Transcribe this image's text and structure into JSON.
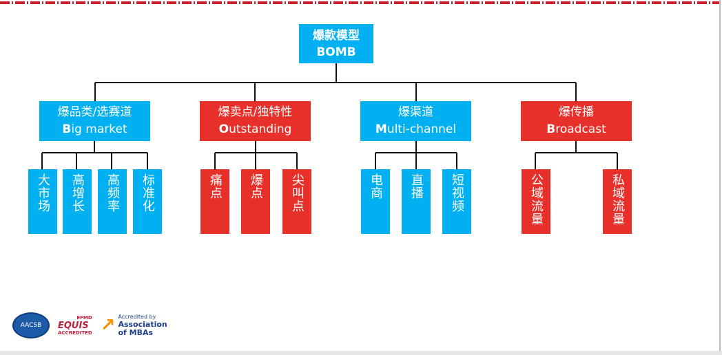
{
  "root": {
    "cn": "爆款模型",
    "en": "BOMB"
  },
  "branches": [
    {
      "cn": "爆品类/选赛道",
      "en_first": "B",
      "en_rest": "ig market",
      "leaves": [
        "大市场",
        "高增长",
        "高频率",
        "标准化"
      ]
    },
    {
      "cn": "爆卖点/独特性",
      "en_first": "O",
      "en_rest": "utstanding",
      "leaves": [
        "痛点",
        "爆点",
        "尖叫点"
      ]
    },
    {
      "cn": "爆渠道",
      "en_first": "M",
      "en_rest": "ulti-channel",
      "leaves": [
        "电商",
        "直播",
        "短视频"
      ]
    },
    {
      "cn": "爆传播",
      "en_first": "B",
      "en_rest": "roadcast",
      "leaves": [
        "公域流量",
        "私域流量"
      ]
    }
  ],
  "logos": {
    "aacsb": "AACSB",
    "equis_top": "EFMD",
    "equis": "EQUIS",
    "equis_sub": "ACCREDITED",
    "amba_top": "Accredited by",
    "amba_name1": "Association",
    "amba_name2": "of MBAs"
  },
  "colors": {
    "cyan": "#00b0f0",
    "red": "#e8302a"
  }
}
